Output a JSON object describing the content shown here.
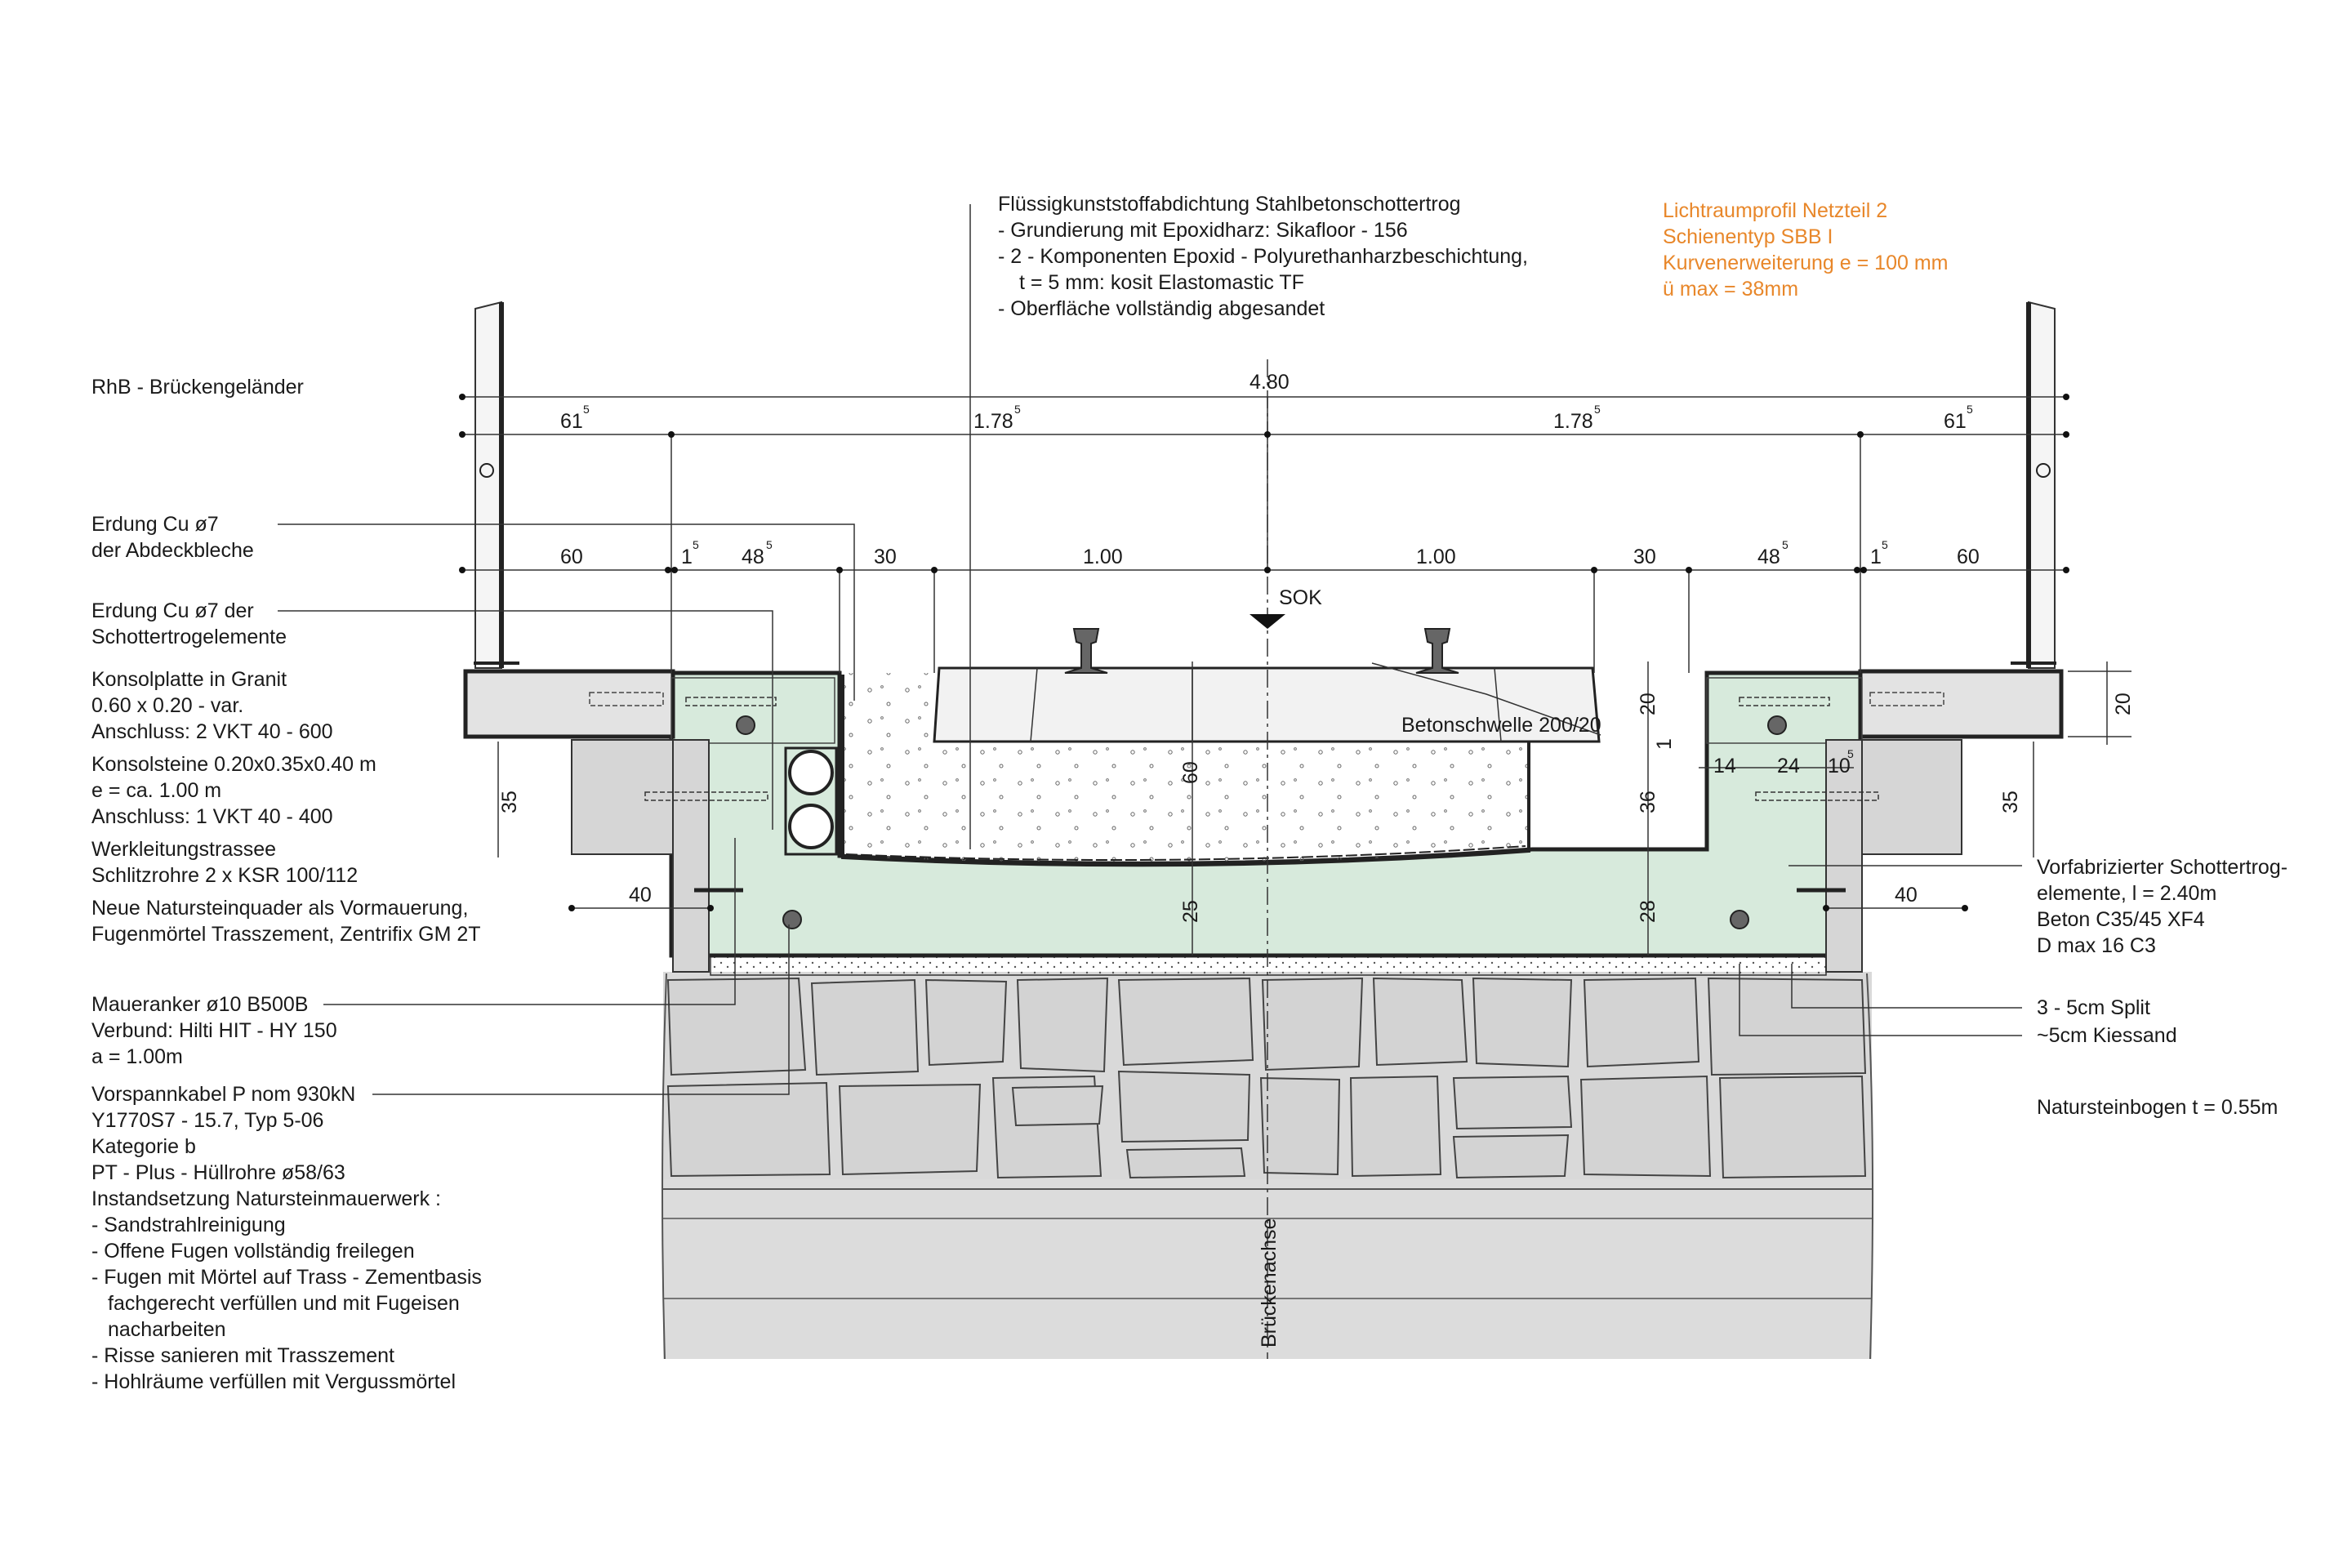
{
  "notes": {
    "orange_lines": [
      "Lichtraumprofil  Netzteil 2",
      "Schienentyp SBB I",
      "Kurvenerweiterung  e = 100 mm",
      "ü max  = 38mm"
    ],
    "accent_color": "#e8872a",
    "trough_fill_color": "#d7eadc",
    "masonry_fill_color": "#d9d9d9"
  },
  "top_label": {
    "lines": [
      "Flüssigkunststoffabdichtung Stahlbetonschottertrog",
      "-  Grundierung mit Epoxidharz: Sikafloor - 156",
      "-  2 - Komponenten Epoxid - Polyurethanharzbeschichtung,",
      "t = 5 mm: kosit Elastomastic TF",
      "-  Oberfläche vollständig abgesandet"
    ]
  },
  "left_labels": {
    "railing": "RhB - Brückengeländer",
    "earthing1": [
      "Erdung Cu ø7",
      "der Abdeckbleche"
    ],
    "earthing2": [
      "Erdung Cu ø7 der",
      "Schottertrogelemente"
    ],
    "console": [
      "Konsolplatte in Granit",
      "0.60 x 0.20 - var.",
      "Anschluss: 2 VKT 40 - 600"
    ],
    "stones": [
      "Konsolsteine 0.20x0.35x0.40 m",
      "e = ca. 1.00 m",
      "Anschluss: 1 VKT 40 - 400"
    ],
    "conduit": [
      "Werkleitungstrassee",
      "Schlitzrohre 2 x KSR 100/112"
    ],
    "ashlar": [
      "Neue Natursteinquader als Vormauerung,",
      "Fugenmörtel Trasszement, Zentrifix GM 2T"
    ],
    "anchor": [
      "Maueranker ø10 B500B",
      "Verbund: Hilti HIT - HY 150",
      "a = 1.00m"
    ],
    "cable": [
      "Vorspannkabel P nom 930kN",
      "Y1770S7 - 15.7, Typ 5-06",
      "Kategorie b",
      "PT - Plus - Hüllrohre ø58/63"
    ],
    "repair": [
      "Instandsetzung Natursteinmauerwerk :",
      "-  Sandstrahlreinigung",
      "-  Offene Fugen vollständig freilegen",
      "-  Fugen mit Mörtel auf Trass - Zementbasis",
      "fachgerecht verfüllen und mit Fugeisen",
      "nacharbeiten",
      "-  Risse sanieren mit Trasszement",
      "-  Hohlräume verfüllen mit Vergussmörtel"
    ]
  },
  "right_labels": {
    "trough": [
      "Vorfabrizierter Schottertrog-",
      "elemente, l = 2.40m",
      "Beton C35/45 XF4",
      "D  max   16 C3"
    ],
    "split": "3 - 5cm Split",
    "gravel": "~5cm Kiessand",
    "arch": "Natursteinbogen t = 0.55m"
  },
  "inline_labels": {
    "sok": "SOK",
    "sleeper": "Betonschwelle 200/20",
    "axis": "Brückenachse"
  },
  "dimensions": {
    "total": "4.80",
    "row2": [
      {
        "main": "61",
        "sup": "5"
      },
      {
        "main": "1.78",
        "sup": "5"
      },
      {
        "main": "1.78",
        "sup": "5"
      },
      {
        "main": "61",
        "sup": "5"
      }
    ],
    "row3": {
      "left": [
        "60",
        "1",
        "48",
        "30",
        "1.00"
      ],
      "left_sups": {
        "n1": "5",
        "n48": "5"
      },
      "right": [
        "1.00",
        "30",
        "48",
        "1",
        "60"
      ],
      "right_sups": {
        "n48": "5",
        "n1": "5"
      }
    },
    "vertical": {
      "console_left": "35",
      "console_right": "35",
      "slab_right": "20",
      "center_60": "60",
      "center_25": "25",
      "right_20": "20",
      "right_36": "36",
      "right_28": "28",
      "inner_1": "1"
    },
    "horizontal_small": {
      "left_40": "40",
      "right_40": "40",
      "d14": "14",
      "d24": "24",
      "d10": "10",
      "d10_sup": "5"
    }
  }
}
